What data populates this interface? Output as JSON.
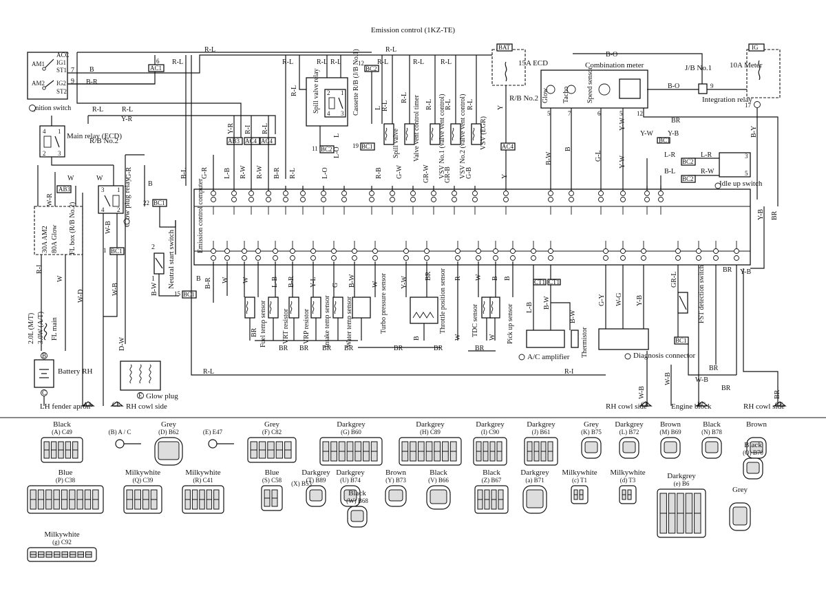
{
  "title": "Emission control (1KZ-TE)",
  "components": {
    "ignition_switch": "Ignition switch",
    "ignition_terms": [
      "ACC",
      "IG1",
      "ST1",
      "IG2",
      "ST2"
    ],
    "ignition_left": [
      "AM1",
      "AM2"
    ],
    "main_relay": "Main relay (ECD)",
    "rb2": "R/B No.2",
    "fl_box": "FL box (R/B No.2)",
    "fuse_30a": "30A AM2",
    "fuse_80a": "80A Glow",
    "fl_main": "FL main",
    "fl_rating1": "2.0L (M/T)",
    "fl_rating2": "3.0W (A/T)",
    "battery": "Battery RH",
    "lh_fender": "LH fender apron",
    "rh_cowl_side": "RH cowl side",
    "glow_plug_relay": "Glow plug relay",
    "glow_plug": "Glow plug",
    "neutral_start": "Neutral start switch",
    "spill_valve_relay": "Spill valve relay",
    "cassette_rb": "Cassette R/B (J/B No.1)",
    "spill_valve": "Spill valve",
    "valve_vent_timer": "Valve vent control timer",
    "vsv1": "VSV No.1 (valve vent control)",
    "vsv2": "VSV No.2 (valve vent control)",
    "vsv_egr": "VSV (EGR)",
    "bat": "BAT",
    "fuse_15a": "15A ECD",
    "rb_no2": "R/B No.2",
    "combination_meter": "Combination meter",
    "meter_items": [
      "Glow",
      "Tacho",
      "Speed sensor"
    ],
    "jb_no1": "J/B No.1",
    "integration_relay": "Integration relay",
    "ig": "IG",
    "fuse_10a": "10A Meter",
    "ecu": "Emission control computer",
    "idle_up": "Idle up switch",
    "fuel_temp": "Fuel temp sensor",
    "vrt_res": "VRT resistor",
    "vrp_res": "VRP resistor",
    "intake_temp": "Intake temp sensor",
    "water_temp": "Water temp sensor",
    "turbo": "Turbo pressure sensor",
    "throttle": "Throttle position sensor",
    "tdc": "TDC sensor",
    "pickup": "Pick up sensor",
    "ac_amp": "A/C amplifier",
    "thermistor": "Thermistor",
    "diag": "Diagnosis connector",
    "fst": "FST detection switch",
    "engine_block": "Engine block",
    "ground_codes": [
      "AA",
      "CE",
      "CE",
      "BC",
      "CE"
    ]
  },
  "wires": {
    "top": [
      "R-L",
      "R-L",
      "R-L",
      "R-L",
      "R-L",
      "R-L",
      "B",
      "B-R",
      "Y-R",
      "B-O",
      "B-O",
      "BR",
      "Y-B",
      "L-R",
      "R-W",
      "B-L",
      "W",
      "W-R",
      "W-B",
      "W-D",
      "D-W",
      "G-R",
      "L-B",
      "R-W",
      "B-R",
      "L-O",
      "G-W",
      "GR-W",
      "GR-B",
      "G-B",
      "B-W",
      "G-L",
      "Y-W",
      "R-I",
      "R-W",
      "BR",
      "Y-L",
      "B-W",
      "Y-W",
      "W-G",
      "G-Y",
      "Y-B",
      "GR-L",
      "W-B",
      "L-B",
      "Y"
    ],
    "connectors": [
      "AC1",
      "AB3",
      "AC4",
      "BC1",
      "BC1",
      "BC1",
      "BC2",
      "BC2",
      "CT1",
      "CT1",
      "BC1",
      "AC4",
      "BC1"
    ]
  },
  "legend": [
    {
      "color": "Black",
      "code": "C49",
      "letter": "A"
    },
    {
      "color": "",
      "code": "A / C",
      "letter": "B"
    },
    {
      "color": "Grey",
      "code": "B62",
      "letter": "D"
    },
    {
      "color": "",
      "code": "E47",
      "letter": "E"
    },
    {
      "color": "Grey",
      "code": "C82",
      "letter": "F"
    },
    {
      "color": "Darkgrey",
      "code": "B60",
      "letter": "G"
    },
    {
      "color": "Darkgrey",
      "code": "C89",
      "letter": "H"
    },
    {
      "color": "Darkgrey",
      "code": "C90",
      "letter": "I"
    },
    {
      "color": "Darkgrey",
      "code": "B61",
      "letter": "J"
    },
    {
      "color": "Grey",
      "code": "B75",
      "letter": "K"
    },
    {
      "color": "Darkgrey",
      "code": "B72",
      "letter": "L"
    },
    {
      "color": "Brown",
      "code": "B69",
      "letter": "M"
    },
    {
      "color": "Black",
      "code": "B78",
      "letter": "N"
    },
    {
      "color": "Brown",
      "code": "",
      "letter": ""
    },
    {
      "color": "Black",
      "code": "B70",
      "letter": "O"
    },
    {
      "color": "Blue",
      "code": "C38",
      "letter": "P"
    },
    {
      "color": "Milkywhite",
      "code": "C39",
      "letter": "Q"
    },
    {
      "color": "Milkywhite",
      "code": "C41",
      "letter": "R"
    },
    {
      "color": "Blue",
      "code": "C58",
      "letter": "S"
    },
    {
      "color": "Darkgrey",
      "code": "B89",
      "letter": "T"
    },
    {
      "color": "",
      "code": "B53",
      "letter": "X"
    },
    {
      "color": "Darkgrey",
      "code": "B74",
      "letter": "U"
    },
    {
      "color": "Black",
      "code": "B68",
      "letter": "W"
    },
    {
      "color": "Brown",
      "code": "B73",
      "letter": "Y"
    },
    {
      "color": "Black",
      "code": "B66",
      "letter": "V"
    },
    {
      "color": "Black",
      "code": "B67",
      "letter": "Z"
    },
    {
      "color": "Darkgrey",
      "code": "B71",
      "letter": "a"
    },
    {
      "color": "Milkywhite",
      "code": "T1",
      "letter": "c"
    },
    {
      "color": "Milkywhite",
      "code": "T3",
      "letter": "d"
    },
    {
      "color": "Darkgrey",
      "code": "B6",
      "letter": "e"
    },
    {
      "color": "Grey",
      "code": "",
      "letter": ""
    },
    {
      "color": "Milkywhite",
      "code": "C92",
      "letter": "g"
    }
  ]
}
